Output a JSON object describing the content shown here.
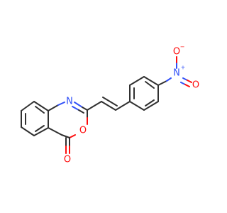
{
  "molecule": {
    "atoms": {
      "N_ring": {
        "label": "N",
        "color": "#3050f8"
      },
      "O_ring": {
        "label": "O",
        "color": "#ff0d0d"
      },
      "O_carbonyl": {
        "label": "O",
        "color": "#ff0d0d"
      },
      "N_nitro": {
        "label": "N",
        "charge": "+",
        "color": "#3050f8"
      },
      "O_nitro_top": {
        "label": "O",
        "charge": "−",
        "color": "#ff0d0d"
      },
      "O_nitro_right": {
        "label": "O",
        "color": "#ff0d0d"
      }
    },
    "bond_color": "#303030"
  }
}
